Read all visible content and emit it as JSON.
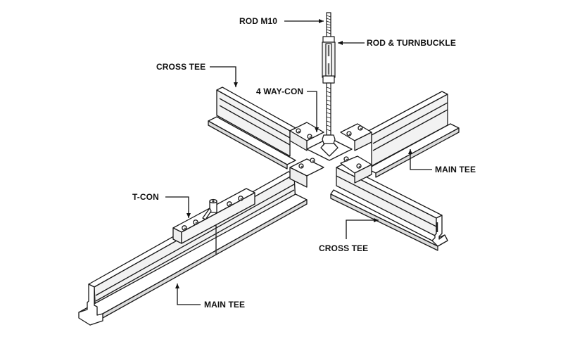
{
  "diagram": {
    "title": "Suspended ceiling grid assembly",
    "labels": {
      "rod_m10": "ROD M10",
      "rod_turnbuckle": "ROD & TURNBUCKLE",
      "cross_tee_top": "CROSS TEE",
      "four_way_con": "4 WAY-CON",
      "main_tee_right": "MAIN TEE",
      "t_con": "T-CON",
      "cross_tee_bottom": "CROSS TEE",
      "main_tee_bottom": "MAIN TEE"
    },
    "colors": {
      "line": "#1a1a1a",
      "fill": "#ffffff",
      "shade": "#e6e6e6",
      "dark": "#555555"
    }
  }
}
